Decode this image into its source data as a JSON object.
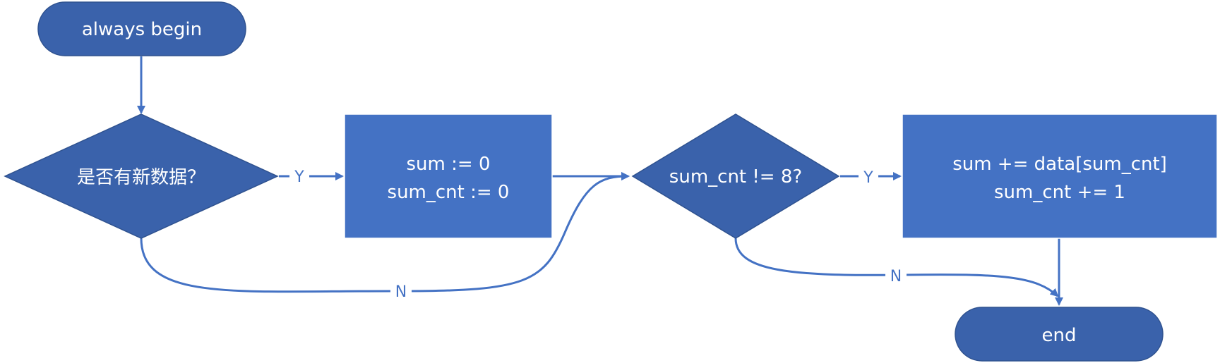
{
  "nodes": {
    "start": {
      "label": "always begin"
    },
    "new_data_check": {
      "label": "是否有新数据？"
    },
    "reset_block": {
      "lines": [
        "sum := 0",
        "sum_cnt := 0"
      ]
    },
    "count_check": {
      "label": "sum_cnt != 8?"
    },
    "accumulate_block": {
      "lines": [
        "sum += data[sum_cnt]",
        "sum_cnt += 1"
      ]
    },
    "end": {
      "label": "end"
    }
  },
  "edges": {
    "new_data_yes": {
      "label": "Y"
    },
    "new_data_no": {
      "label": "N"
    },
    "count_yes": {
      "label": "Y"
    },
    "count_no": {
      "label": "N"
    }
  },
  "colors": {
    "dark_node": "#3a62ab",
    "rect_node": "#4472c4",
    "edge": "#4472c4",
    "text": "#ffffff"
  }
}
